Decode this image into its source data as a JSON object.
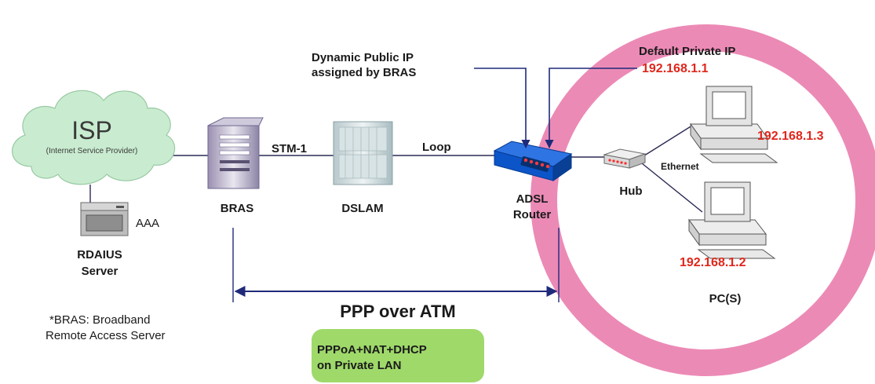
{
  "isp": {
    "title": "ISP",
    "subtitle": "(Internet Service Provider)"
  },
  "aaa": "AAA",
  "radius": {
    "line1": "RDAIUS",
    "line2": "Server"
  },
  "bras": {
    "label": "BRAS",
    "link": "STM-1"
  },
  "dslam": {
    "label": "DSLAM",
    "link": "Loop"
  },
  "router": {
    "line1": "ADSL",
    "line2": "Router"
  },
  "dynamic_ip": {
    "line1": "Dynamic Public IP",
    "line2": "assigned by BRAS"
  },
  "default_ip": {
    "line1": "Default Private IP",
    "ip": "192.168.1.1"
  },
  "hub": {
    "label": "Hub",
    "link": "Ethernet"
  },
  "pcs": {
    "ip_top": "192.168.1.3",
    "ip_bottom": "192.168.1.2",
    "label": "PC(S)"
  },
  "footnote": {
    "line1": "*BRAS: Broadband",
    "line2": "Remote Access Server"
  },
  "ppp": "PPP over ATM",
  "pppoa_box": {
    "line1": "PPPoA+NAT+DHCP",
    "line2": "on Private LAN"
  },
  "colors": {
    "lan_ring": "#ec8ab6",
    "cloud": "#c9ecd0",
    "pppoa_box": "#9fd96a",
    "router": "#0b55c9",
    "ip_red": "#e0261b",
    "arrow": "#1f2a7a"
  }
}
